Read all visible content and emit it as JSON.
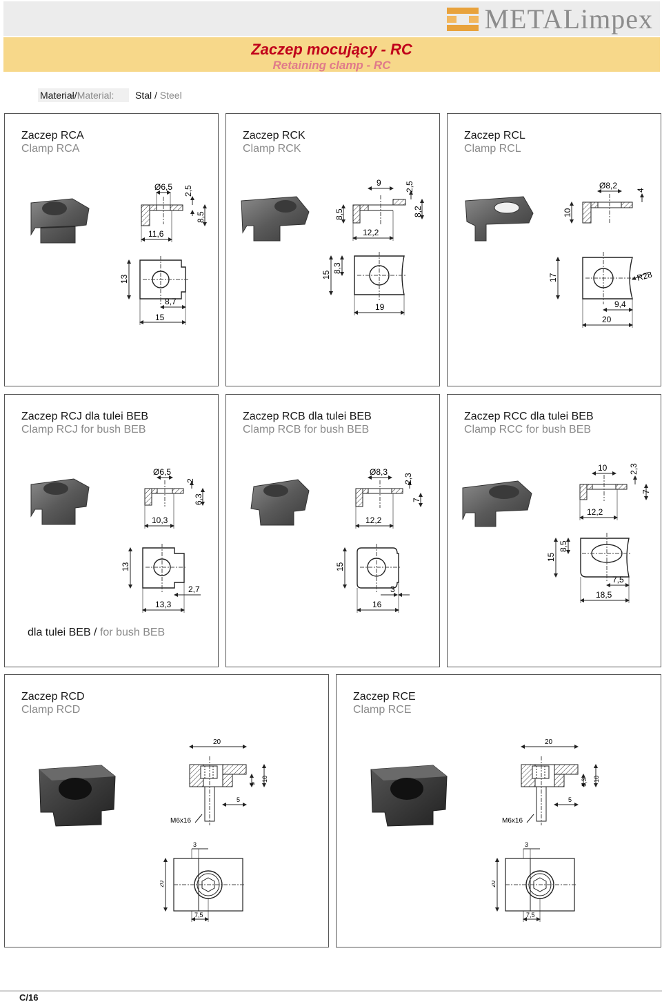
{
  "brand": {
    "name": "METALimpex"
  },
  "header": {
    "title_pl": "Zaczep mocujący - RC",
    "title_en": "Retaining clamp - RC"
  },
  "material": {
    "label_pl": "Materiał/",
    "label_en": "Material:",
    "value_pl": "Stal / ",
    "value_en": "Steel"
  },
  "panels": {
    "rca": {
      "title_pl": "Zaczep RCA",
      "title_en": "Clamp RCA",
      "dims": {
        "dia": "Ø6,5",
        "t": "2,5",
        "h": "8,5",
        "len": "11,6",
        "sq": "13",
        "w": "15",
        "hole": "8,7"
      }
    },
    "rck": {
      "title_pl": "Zaczep RCK",
      "title_en": "Clamp RCK",
      "dims": {
        "top": "9",
        "t": "2,5",
        "hl": "8,5",
        "hr": "8,2",
        "len": "12,2",
        "sq": "15",
        "hole": "8,3",
        "w": "19"
      }
    },
    "rcl": {
      "title_pl": "Zaczep RCL",
      "title_en": "Clamp RCL",
      "dims": {
        "dia": "Ø8,2",
        "t": "4",
        "h": "10",
        "sq": "17",
        "r": "R28",
        "hole": "9,4",
        "w": "20"
      }
    },
    "rcj": {
      "title_pl": "Zaczep RCJ dla tulei BEB",
      "title_en": "Clamp RCJ for bush BEB",
      "dims": {
        "dia": "Ø6,5",
        "t": "2",
        "h": "6,3",
        "len": "10,3",
        "sq": "13",
        "step": "2,7",
        "w": "13,3"
      }
    },
    "rcb": {
      "title_pl": "Zaczep RCB dla tulei BEB",
      "title_en": "Clamp RCB for bush BEB",
      "dims": {
        "dia": "Ø8,3",
        "t": "2,3",
        "h": "7",
        "len": "12,2",
        "sq": "15",
        "step": "3",
        "w": "16"
      }
    },
    "rcc": {
      "title_pl": "Zaczep RCC dla tulei BEB",
      "title_en": "Clamp RCC for bush BEB",
      "dims": {
        "top": "10",
        "t": "2,3",
        "h": "7",
        "len": "12,2",
        "sq": "15",
        "hole": "8,5",
        "step": "7,5",
        "w": "18,5"
      }
    },
    "rcd": {
      "title_pl": "Zaczep RCD",
      "title_en": "Clamp RCD",
      "dims": {
        "top": "20",
        "step": "5",
        "h": "10",
        "small": "5",
        "screw": "M6x16",
        "pos": "3",
        "sq": "20",
        "c": "7,5"
      }
    },
    "rce": {
      "title_pl": "Zaczep RCE",
      "title_en": "Clamp RCE",
      "dims": {
        "top": "20",
        "step": "6,3",
        "h": "10",
        "small": "5",
        "screw": "M6x16",
        "pos": "3",
        "sq": "20",
        "c": "7,5"
      }
    }
  },
  "note": {
    "pl": "dla tulei BEB / ",
    "en": "for bush BEB"
  },
  "footer": {
    "page": "C/16"
  },
  "colors": {
    "title_band": "#f7d88a",
    "title_red": "#c0001a",
    "title_pink": "#e07a8a",
    "topbar": "#ececec",
    "gray_text": "#8a8a8a"
  }
}
